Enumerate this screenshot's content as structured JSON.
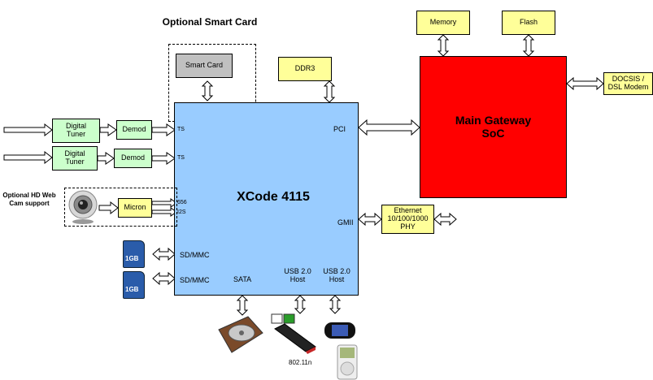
{
  "smart_card": {
    "heading": "Optional Smart Card",
    "box_label": "Smart Card"
  },
  "ddr3": "DDR3",
  "memory": "Memory",
  "flash": "Flash",
  "soc": "Main Gateway SoC",
  "docsis": "DOCSIS / DSL Modem",
  "xcode": {
    "title": "XCode 4115",
    "ports": {
      "ts1": "TS",
      "ts2": "TS",
      "pci": "PCI",
      "p656": "656",
      "i2s": "I2S",
      "gmii": "GMII",
      "sdmmc1": "SD/MMC",
      "sdmmc2": "SD/MMC",
      "sata": "SATA",
      "usb1": "USB 2.0 Host",
      "usb2": "USB 2.0 Host"
    }
  },
  "tuner1": "Digital Tuner",
  "tuner2": "Digital Tuner",
  "demod1": "Demod",
  "demod2": "Demod",
  "webcam_label": "Optional HD Web Cam support",
  "micron": "Micron",
  "ethernet": "Ethernet 10/100/1000 PHY",
  "sd_card_text": "1GB",
  "wifi_label": "802.11n",
  "colors": {
    "xcode_fill": "#99ccff",
    "soc_fill": "#ff0000",
    "yellow_fill": "#ffff99",
    "green_fill": "#ccffcc",
    "smart_card_fill": "#c0c0c0"
  }
}
